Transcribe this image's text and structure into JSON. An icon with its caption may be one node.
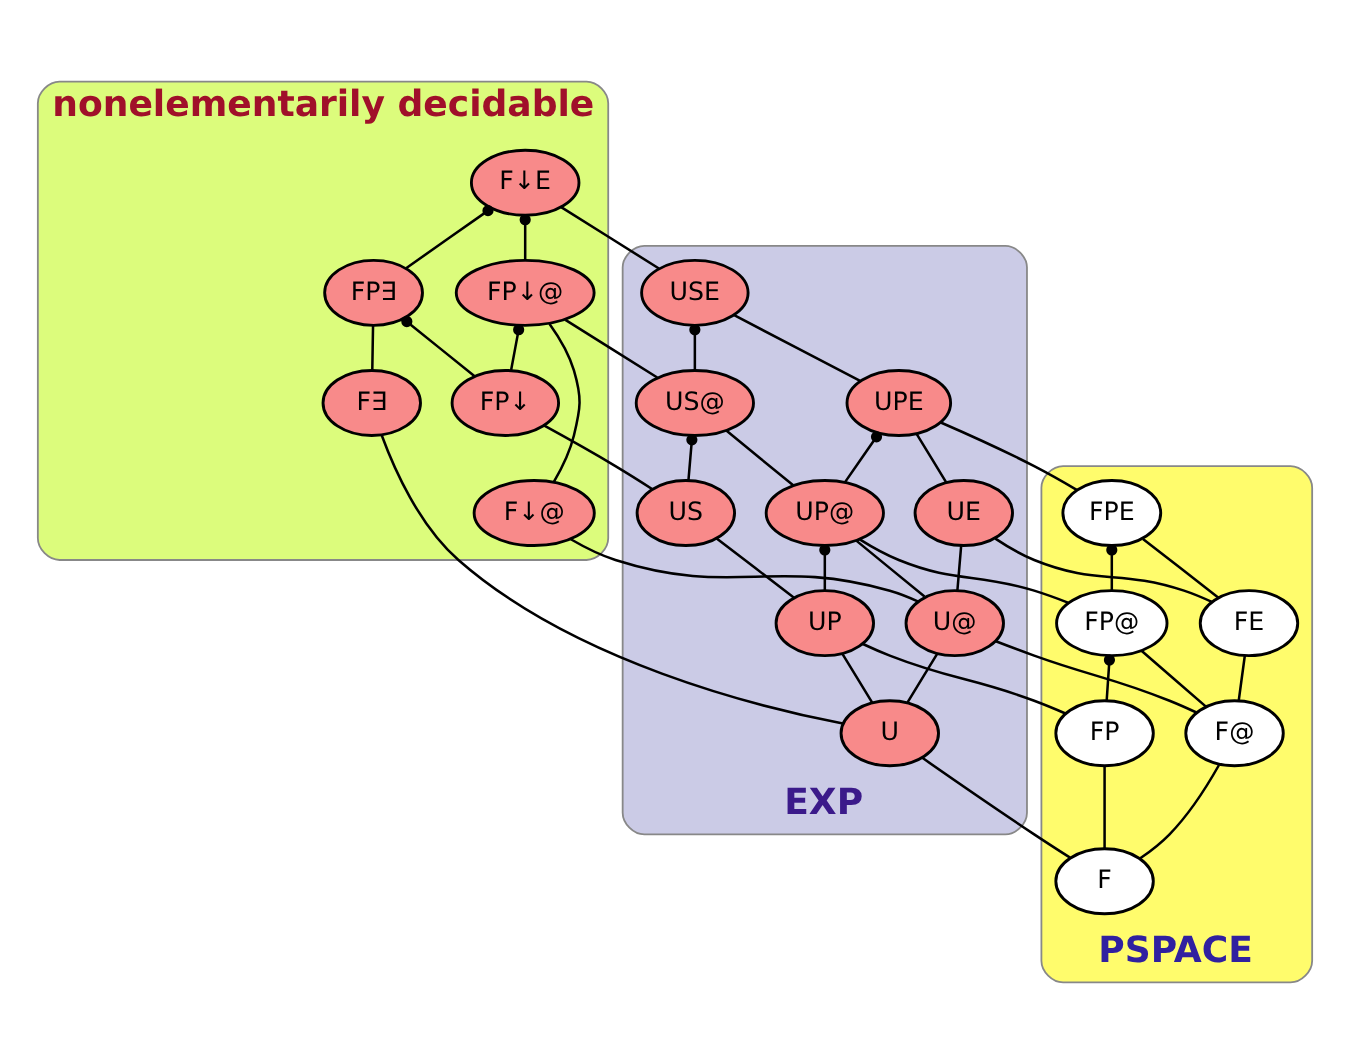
{
  "diagram": {
    "nodes": [
      {
        "text": [
          "nonelementarily decidable"
        ]
      },
      {
        "text": [
          "EXP"
        ]
      },
      {
        "text": [
          "PSPACE"
        ]
      },
      {
        "text": [
          "F↓E"
        ],
        "in": 0
      },
      {
        "text": [
          "USE"
        ],
        "in": 1
      },
      {
        "text": [
          "FP↓@"
        ],
        "in": 0
      },
      {
        "text": [
          "FP∃"
        ],
        "in": 0
      },
      {
        "text": [
          "UPE"
        ],
        "in": 1
      },
      {
        "text": [
          "US@"
        ],
        "in": 1
      },
      {
        "text": [
          "F↓@"
        ],
        "in": 0
      },
      {
        "text": [
          "FP↓"
        ],
        "in": 0
      },
      {
        "text": [
          "F∃"
        ],
        "in": 0
      },
      {
        "text": [
          "UE"
        ],
        "in": 1
      },
      {
        "text": [
          "UP@"
        ],
        "in": 1
      },
      {
        "text": [
          "FPE"
        ],
        "in": 2
      },
      {
        "text": [
          "US"
        ],
        "in": 1
      },
      {
        "text": [
          "FE"
        ],
        "in": 2
      },
      {
        "text": [
          "U@"
        ],
        "in": 1
      },
      {
        "text": [
          "UP"
        ],
        "in": 1
      },
      {
        "text": [
          "FP@"
        ],
        "in": 2
      },
      {
        "text": [
          "U"
        ],
        "in": 1
      },
      {
        "text": [
          "F@"
        ],
        "in": 2
      },
      {
        "text": [
          "FP"
        ],
        "in": 2
      },
      {
        "text": [
          "F"
        ],
        "in": 2
      }
    ],
    "edges": [
      {
        "from": 3,
        "to": 4,
        "arrow": "none"
      },
      {
        "from": 3,
        "to": 5,
        "arrow": "other"
      },
      {
        "from": 3,
        "to": 6,
        "arrow": "other"
      },
      {
        "from": 4,
        "to": 7,
        "arrow": "none"
      },
      {
        "from": 4,
        "to": 8,
        "arrow": "other"
      },
      {
        "from": 5,
        "to": 8,
        "arrow": "none"
      },
      {
        "from": 5,
        "to": 9,
        "arrow": "none"
      },
      {
        "from": 5,
        "to": 10,
        "arrow": "other"
      },
      {
        "from": 6,
        "to": 10,
        "arrow": "other"
      },
      {
        "from": 6,
        "to": 11,
        "arrow": "none"
      },
      {
        "from": 7,
        "to": 12,
        "arrow": "none"
      },
      {
        "from": 7,
        "to": 14,
        "arrow": "none"
      },
      {
        "from": 7,
        "to": 13,
        "arrow": "other"
      },
      {
        "from": 8,
        "to": 13,
        "arrow": "none"
      },
      {
        "from": 8,
        "to": 15,
        "arrow": "other"
      },
      {
        "from": 9,
        "to": 17,
        "arrow": "none"
      },
      {
        "from": 10,
        "to": 15,
        "arrow": "none"
      },
      {
        "from": 11,
        "to": 20,
        "arrow": "none"
      },
      {
        "from": 12,
        "to": 16,
        "arrow": "none"
      },
      {
        "from": 12,
        "to": 17,
        "arrow": "none"
      },
      {
        "from": 13,
        "to": 17,
        "arrow": "none"
      },
      {
        "from": 13,
        "to": 19,
        "arrow": "none"
      },
      {
        "from": 13,
        "to": 18,
        "arrow": "other"
      },
      {
        "from": 14,
        "to": 16,
        "arrow": "none"
      },
      {
        "from": 14,
        "to": 19,
        "arrow": "other"
      },
      {
        "from": 16,
        "to": 21,
        "arrow": "none"
      },
      {
        "from": 17,
        "to": 21,
        "arrow": "none"
      },
      {
        "from": 17,
        "to": 20,
        "arrow": "none"
      },
      {
        "from": 15,
        "to": 18,
        "arrow": "none"
      },
      {
        "from": 18,
        "to": 20,
        "arrow": "none"
      },
      {
        "from": 18,
        "to": 22,
        "arrow": "none"
      },
      {
        "from": 19,
        "to": 21,
        "arrow": "none"
      },
      {
        "from": 19,
        "to": 22,
        "arrow": "other"
      },
      {
        "from": 20,
        "to": 23,
        "arrow": "none"
      },
      {
        "from": 21,
        "to": 23,
        "arrow": "none"
      },
      {
        "from": 22,
        "to": 23,
        "arrow": "none"
      }
    ]
  }
}
